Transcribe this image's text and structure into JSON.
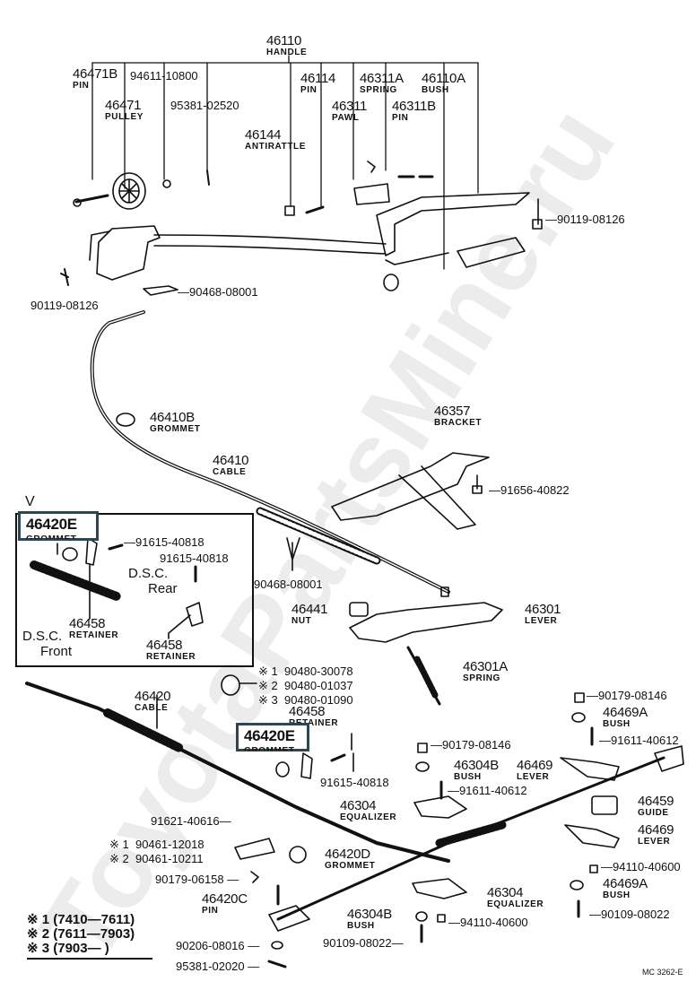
{
  "diagram": {
    "title": "Parking brake handle & cable assembly (parts catalog)",
    "watermark": "ToyotaPartsMine.ru",
    "drawing_code": "MC 3262-E"
  },
  "top": {
    "handle": {
      "no": "46110",
      "name": "HANDLE"
    },
    "pin_46471b": {
      "no": "46471B",
      "name": "PIN"
    },
    "p_94611": "94611-10800",
    "pulley": {
      "no": "46471",
      "name": "PULLEY"
    },
    "p_95381a": "95381-02520",
    "pin_46114": {
      "no": "46114",
      "name": "PIN"
    },
    "antirattle": {
      "no": "46144",
      "name": "ANTIRATTLE"
    },
    "spring_46311a": {
      "no": "46311A",
      "name": "SPRING"
    },
    "pawl": {
      "no": "46311",
      "name": "PAWL"
    },
    "bush_46110a": {
      "no": "46110A",
      "name": "BUSH"
    },
    "pin_46311b": {
      "no": "46311B",
      "name": "PIN"
    },
    "p_90119_r": "90119-08126",
    "p_90119_l": "90119-08126",
    "p_90468_a": "90468-08001"
  },
  "middle": {
    "grommet_46410b": {
      "no": "46410B",
      "name": "GROMMET"
    },
    "cable_46410": {
      "no": "46410",
      "name": "CABLE"
    },
    "bracket": {
      "no": "46357",
      "name": "BRACKET"
    },
    "p_91656": "91656-40822",
    "p_90468_b": "90468-08001",
    "nut": {
      "no": "46441",
      "name": "NUT"
    },
    "lever_46301": {
      "no": "46301",
      "name": "LEVER"
    },
    "spring_46301a": {
      "no": "46301A",
      "name": "SPRING"
    }
  },
  "inset": {
    "view_mark": "V",
    "grommet_hl": {
      "no": "46420E",
      "name": "GROMMET"
    },
    "p_91615_a": "91615-40818",
    "p_91615_b": "91615-40818",
    "dsc_rear": [
      "D.S.C.",
      "Rear"
    ],
    "dsc_front": [
      "D.S.C.",
      "Front"
    ],
    "retainer_a": {
      "no": "46458",
      "name": "RETAINER"
    },
    "retainer_b": {
      "no": "46458",
      "name": "RETAINER"
    }
  },
  "variants_90480": [
    {
      "mark": "※ 1",
      "no": "90480-30078"
    },
    {
      "mark": "※ 2",
      "no": "90480-01037"
    },
    {
      "mark": "※ 3",
      "no": "90480-01090"
    }
  ],
  "lower": {
    "cable_46420": {
      "no": "46420",
      "name": "CABLE"
    },
    "retainer_46458": {
      "no": "46458",
      "name": "RETAINER"
    },
    "grommet_hl": {
      "no": "46420E",
      "name": "GROMMET"
    },
    "p_91615_c": "91615-40818",
    "equalizer_a": {
      "no": "46304",
      "name": "EQUALIZER"
    },
    "p_91621": "91621-40616",
    "variants_90461": [
      {
        "mark": "※ 1",
        "no": "90461-12018"
      },
      {
        "mark": "※ 2",
        "no": "90461-10211"
      }
    ],
    "grommet_46420d": {
      "no": "46420D",
      "name": "GROMMET"
    },
    "p_90179_06158": "90179-06158",
    "pin_46420c": {
      "no": "46420C",
      "name": "PIN"
    },
    "p_90206": "90206-08016",
    "p_95381b": "95381-02020",
    "bush_46304b_a": {
      "no": "46304B",
      "name": "BUSH"
    },
    "p_90109_a": "90109-08022",
    "p_94110_a": "94110-40600",
    "equalizer_b": {
      "no": "46304",
      "name": "EQUALIZER"
    },
    "p_90179_a": "90179-08146",
    "bush_46469a_a": {
      "no": "46469A",
      "name": "BUSH"
    },
    "p_91611_a": "91611-40612",
    "p_90179_b": "90179-08146",
    "bush_46304b_b": {
      "no": "46304B",
      "name": "BUSH"
    },
    "lever_46469_a": {
      "no": "46469",
      "name": "LEVER"
    },
    "p_91611_b": "91611-40612",
    "guide": {
      "no": "46459",
      "name": "GUIDE"
    },
    "lever_46469_b": {
      "no": "46469",
      "name": "LEVER"
    },
    "p_94110_b": "94110-40600",
    "bush_46469a_b": {
      "no": "46469A",
      "name": "BUSH"
    },
    "p_90109_b": "90109-08022"
  },
  "legend": [
    {
      "mark": "※ 1",
      "range": "(7410—7611)"
    },
    {
      "mark": "※ 2",
      "range": "(7611—7903)"
    },
    {
      "mark": "※ 3",
      "range": "(7903—       )"
    }
  ]
}
